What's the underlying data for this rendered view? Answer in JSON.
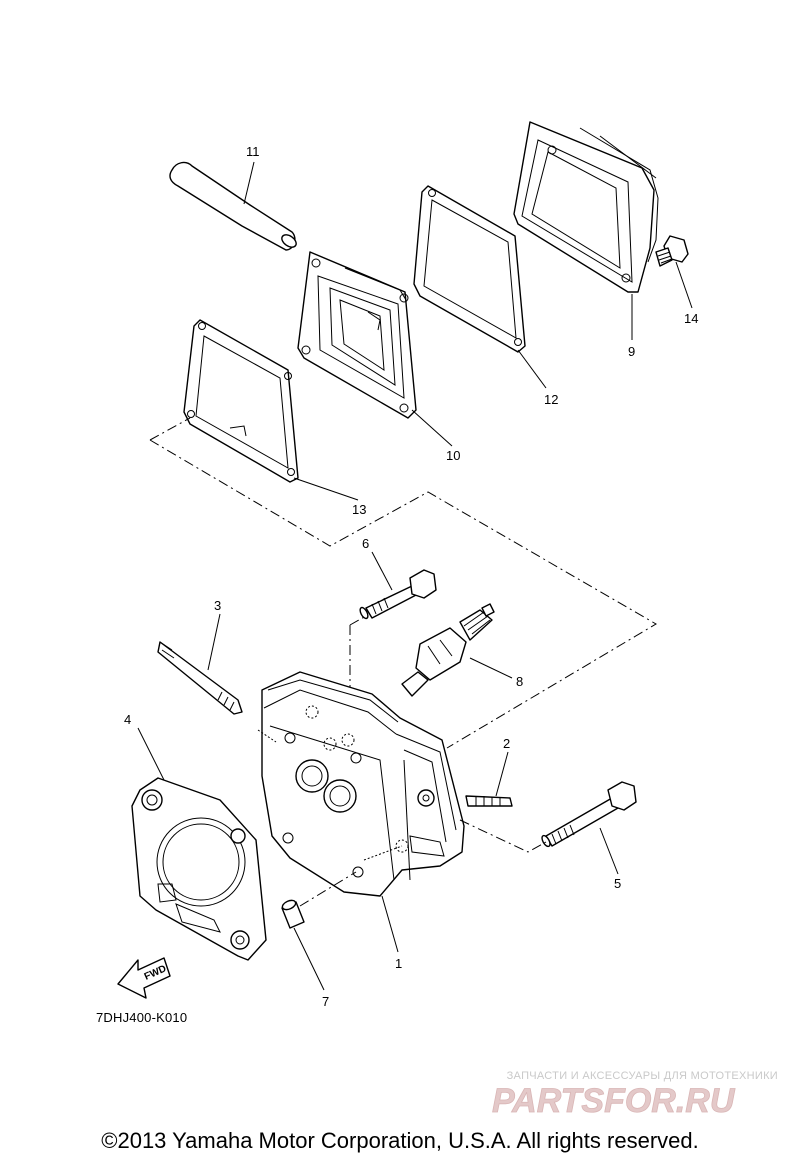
{
  "callouts": {
    "c1": "1",
    "c2": "2",
    "c3": "3",
    "c4": "4",
    "c5": "5",
    "c6": "6",
    "c7": "7",
    "c8": "8",
    "c9": "9",
    "c10": "10",
    "c11": "11",
    "c12": "12",
    "c13": "13",
    "c14": "14"
  },
  "fwd_label": "FWD",
  "diagram_code": "7DHJ400-K010",
  "watermark": {
    "caption": "ЗАПЧАСТИ И АКСЕССУАРЫ ДЛЯ МОТОТЕХНИКИ",
    "logo_text": "PARTSFOR.RU",
    "color": "#e4c9c9"
  },
  "footer": "©2013 Yamaha Motor Corporation, U.S.A. All rights reserved."
}
